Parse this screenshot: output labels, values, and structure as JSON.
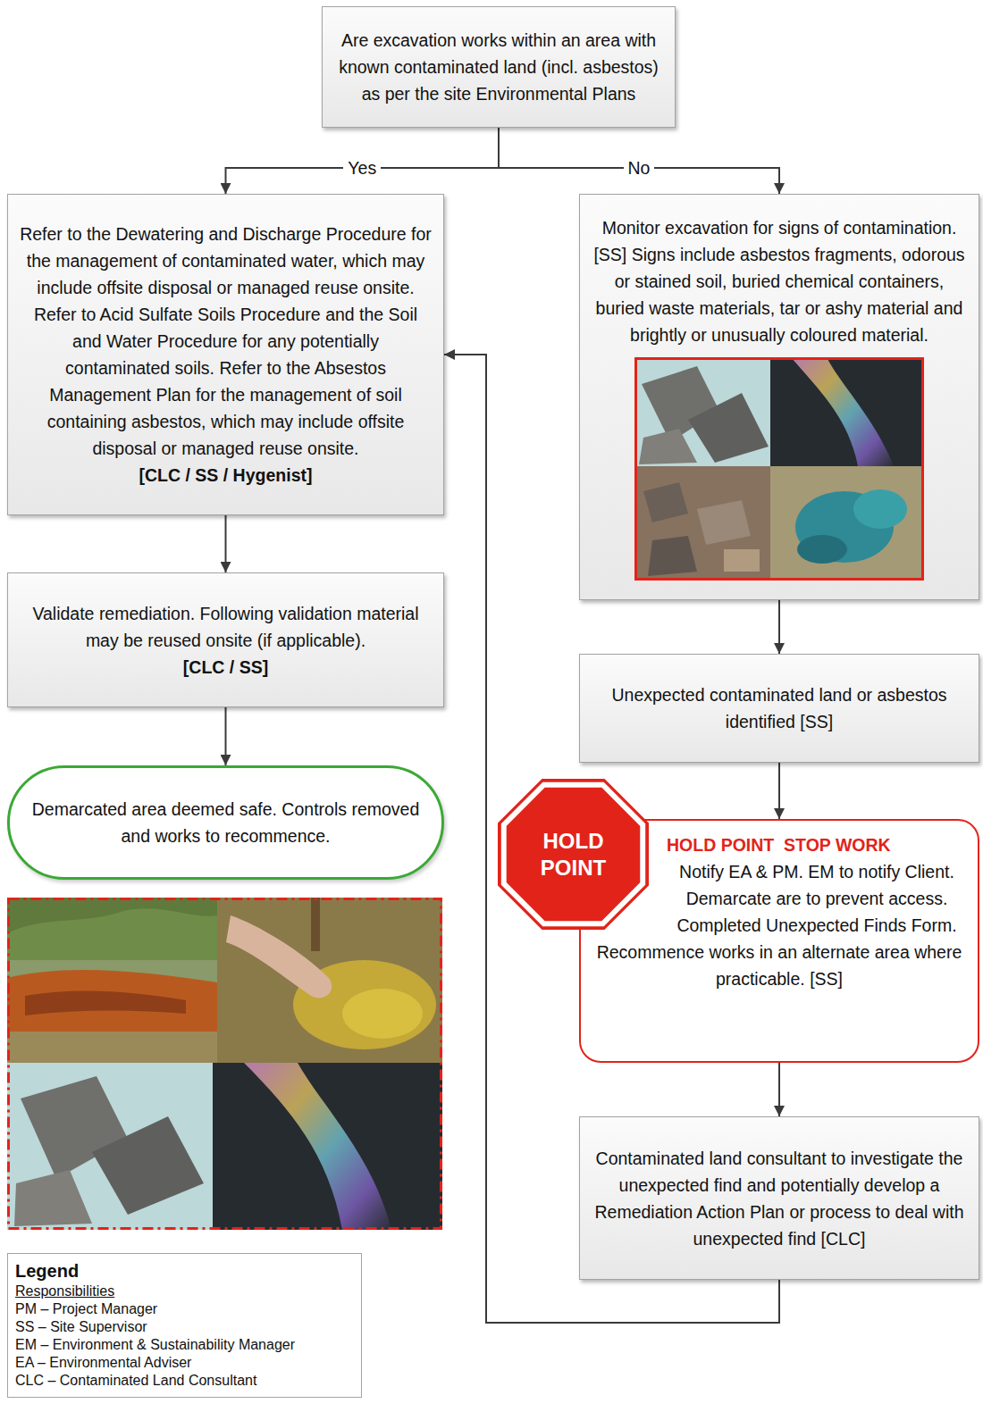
{
  "diagram": {
    "nodes": [
      {
        "text": [
          "Are excavation works within an area with known contaminated land (incl. asbestos) as per the site Environmental Plans"
        ]
      },
      {
        "text": [
          "Refer to the Dewatering and Discharge Procedure for the management of contaminated water, which may include offsite disposal or managed reuse onsite. Refer to Acid Sulfate Soils Procedure and the Soil and Water Procedure for any potentially contaminated soils. Refer to the Absestos Management Plan for the management of soil containing asbestos, which may include offsite disposal or managed reuse onsite.",
          "[CLC / SS / Hygenist]"
        ]
      },
      {
        "text": [
          "Monitor excavation for signs of contamination. [SS] Signs include asbestos fragments, odorous or stained soil, buried chemical containers, buried waste materials, tar or ashy material and brightly or unusually coloured material."
        ]
      },
      {
        "text": [
          "Validate remediation. Following validation material may be reused onsite (if applicable).",
          "[CLC / SS]"
        ]
      },
      {
        "text": [
          "Unexpected contaminated land or asbestos identified [SS]"
        ]
      },
      {
        "text": [
          "Demarcated area deemed safe. Controls removed and works to recommence."
        ]
      },
      {
        "text": [
          "HOLD POINT"
        ]
      },
      {
        "text": [
          "HOLD POINT  STOP WORK",
          "Notify EA & PM. EM to notify Client. Demarcate are to prevent access. Completed Unexpected Finds Form. Recommence works in an alternate area where practicable. [SS]"
        ]
      },
      {
        "text": [
          "Contaminated land consultant to investigate the unexpected find and potentially develop a Remediation Action Plan or process to deal with unexpected find [CLC]"
        ]
      }
    ],
    "edges": [
      {
        "from": 0,
        "to": 1,
        "arrow": "to",
        "label": "Yes"
      },
      {
        "from": 0,
        "to": 2,
        "arrow": "to",
        "label": "No"
      },
      {
        "from": 1,
        "to": 3,
        "arrow": "to"
      },
      {
        "from": 3,
        "to": 5,
        "arrow": "to"
      },
      {
        "from": 2,
        "to": 4,
        "arrow": "to"
      },
      {
        "from": 4,
        "to": 7,
        "arrow": "to"
      },
      {
        "from": 7,
        "to": 8,
        "arrow": "to"
      },
      {
        "from": 8,
        "to": 1,
        "arrow": "to"
      }
    ],
    "labels": [
      "Legend",
      "Responsibilities"
    ],
    "legend": [
      {
        "text": "PM – Project Manager"
      },
      {
        "text": "SS – Site Supervisor"
      },
      {
        "text": "EM – Environment & Sustainability Manager"
      },
      {
        "text": "EA – Environmental Adviser"
      },
      {
        "text": "CLC – Contaminated Land Consultant"
      }
    ]
  }
}
